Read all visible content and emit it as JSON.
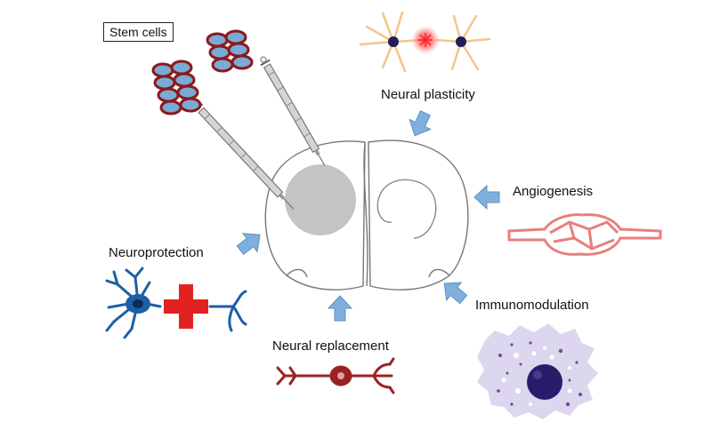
{
  "labels": {
    "stem_cells": "Stem cells",
    "neural_plasticity": "Neural plasticity",
    "angiogenesis": "Angiogenesis",
    "neuroprotection": "Neuroprotection",
    "immunomodulation": "Immunomodulation",
    "neural_replacement": "Neural replacement"
  },
  "colors": {
    "arrow": "#7fb0dd",
    "cell_border": "#8b1a1a",
    "cell_fill": "#7aaad6",
    "lesion": "#c4c4c4",
    "neuron_blue": "#1d5fa6",
    "red_cross": "#e22222",
    "neuron_red": "#9b2222",
    "vessel": "#e87e7e",
    "immune_bg": "#ddd6ef",
    "immune_nucleus": "#2b1c6b"
  }
}
